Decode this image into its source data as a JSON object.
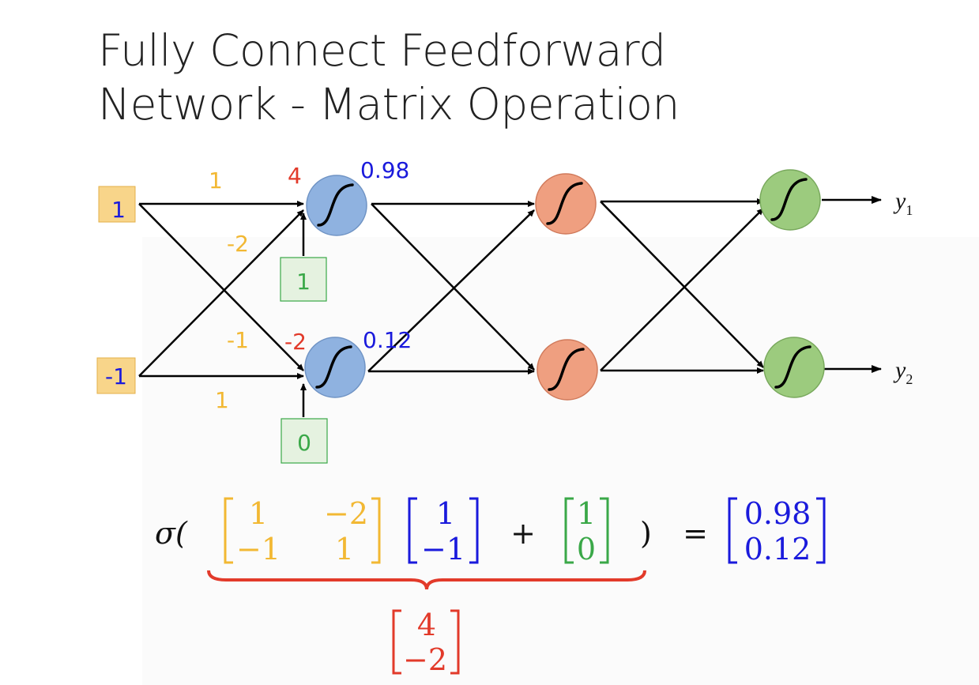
{
  "title": {
    "line1": "Fully Connect Feedforward",
    "line2": "Network - Matrix Operation"
  },
  "colors": {
    "weight": "#f2b833",
    "input": "#1a1adc",
    "bias": "#3aa848",
    "preactivation": "#e23a2a",
    "output": "#1a1adc",
    "layer1_node": "#8fb2e0",
    "layer2_node": "#ef9f80",
    "layer3_node": "#9ccb7e"
  },
  "inputs": [
    "1",
    "-1"
  ],
  "weights": {
    "w11": "1",
    "w12": "-2",
    "w21": "-1",
    "w22": "1"
  },
  "biases": [
    "1",
    "0"
  ],
  "preactivations": [
    "4",
    "-2"
  ],
  "activations": [
    "0.98",
    "0.12"
  ],
  "outputs": [
    {
      "symbol": "y",
      "sub": "1"
    },
    {
      "symbol": "y",
      "sub": "2"
    }
  ],
  "equation": {
    "sigma": "σ(",
    "W": [
      [
        "1",
        "−2"
      ],
      [
        "−1",
        "1"
      ]
    ],
    "x": [
      "1",
      "−1"
    ],
    "plus": "+",
    "b": [
      "1",
      "0"
    ],
    "close_paren": ")",
    "equals": "=",
    "result": [
      "0.98",
      "0.12"
    ],
    "z": [
      "4",
      "−2"
    ]
  }
}
